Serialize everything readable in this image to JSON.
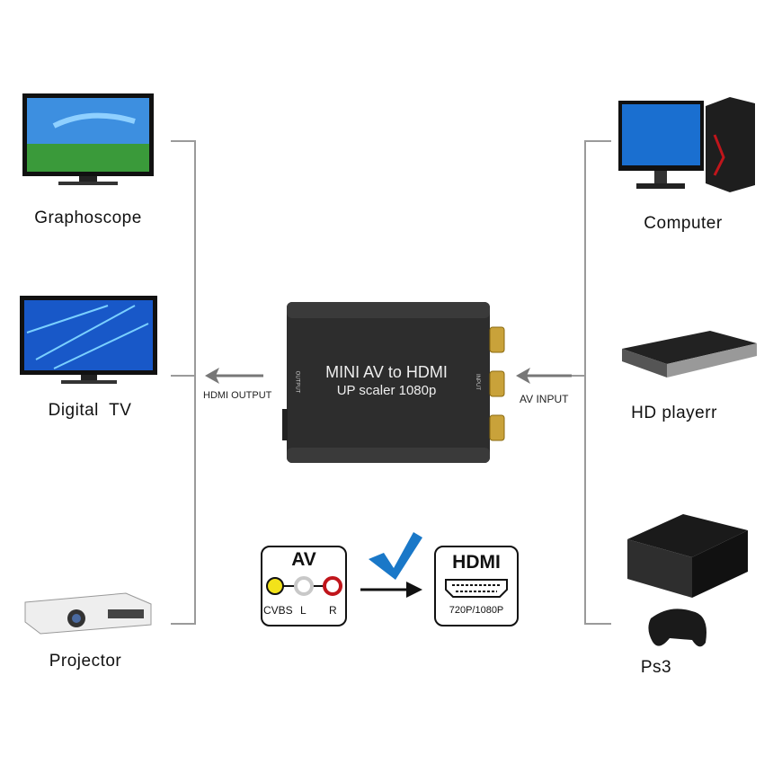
{
  "left_devices": [
    {
      "label": "Graphoscope",
      "icon": "tv-icon"
    },
    {
      "label": "Digital  TV",
      "icon": "tv-icon"
    },
    {
      "label": "Projector",
      "icon": "projector-icon"
    }
  ],
  "right_devices": [
    {
      "label": "Computer",
      "icon": "computer-icon"
    },
    {
      "label": "HD playerr",
      "icon": "dvd-player-icon"
    },
    {
      "label": "Ps3",
      "icon": "game-console-icon"
    }
  ],
  "converter": {
    "title": "MINI AV to HDMI",
    "subtitle": "UP scaler 1080p",
    "output_side": "OUTPUT",
    "input_side": "INPUT"
  },
  "arrows": {
    "output_label": "HDMI OUTPUT",
    "input_label": "AV INPUT"
  },
  "av_box": {
    "title": "AV",
    "ports": [
      "CVBS",
      "L",
      "R"
    ],
    "port_colors": [
      "#f2e21a",
      "#c8c8c8",
      "#c0151b"
    ]
  },
  "hdmi_box": {
    "title": "HDMI",
    "resolution": "720P/1080P"
  },
  "colors": {
    "line": "#9a9a9a",
    "check": "#1a78c8",
    "device_body": "#2a2a2a"
  }
}
